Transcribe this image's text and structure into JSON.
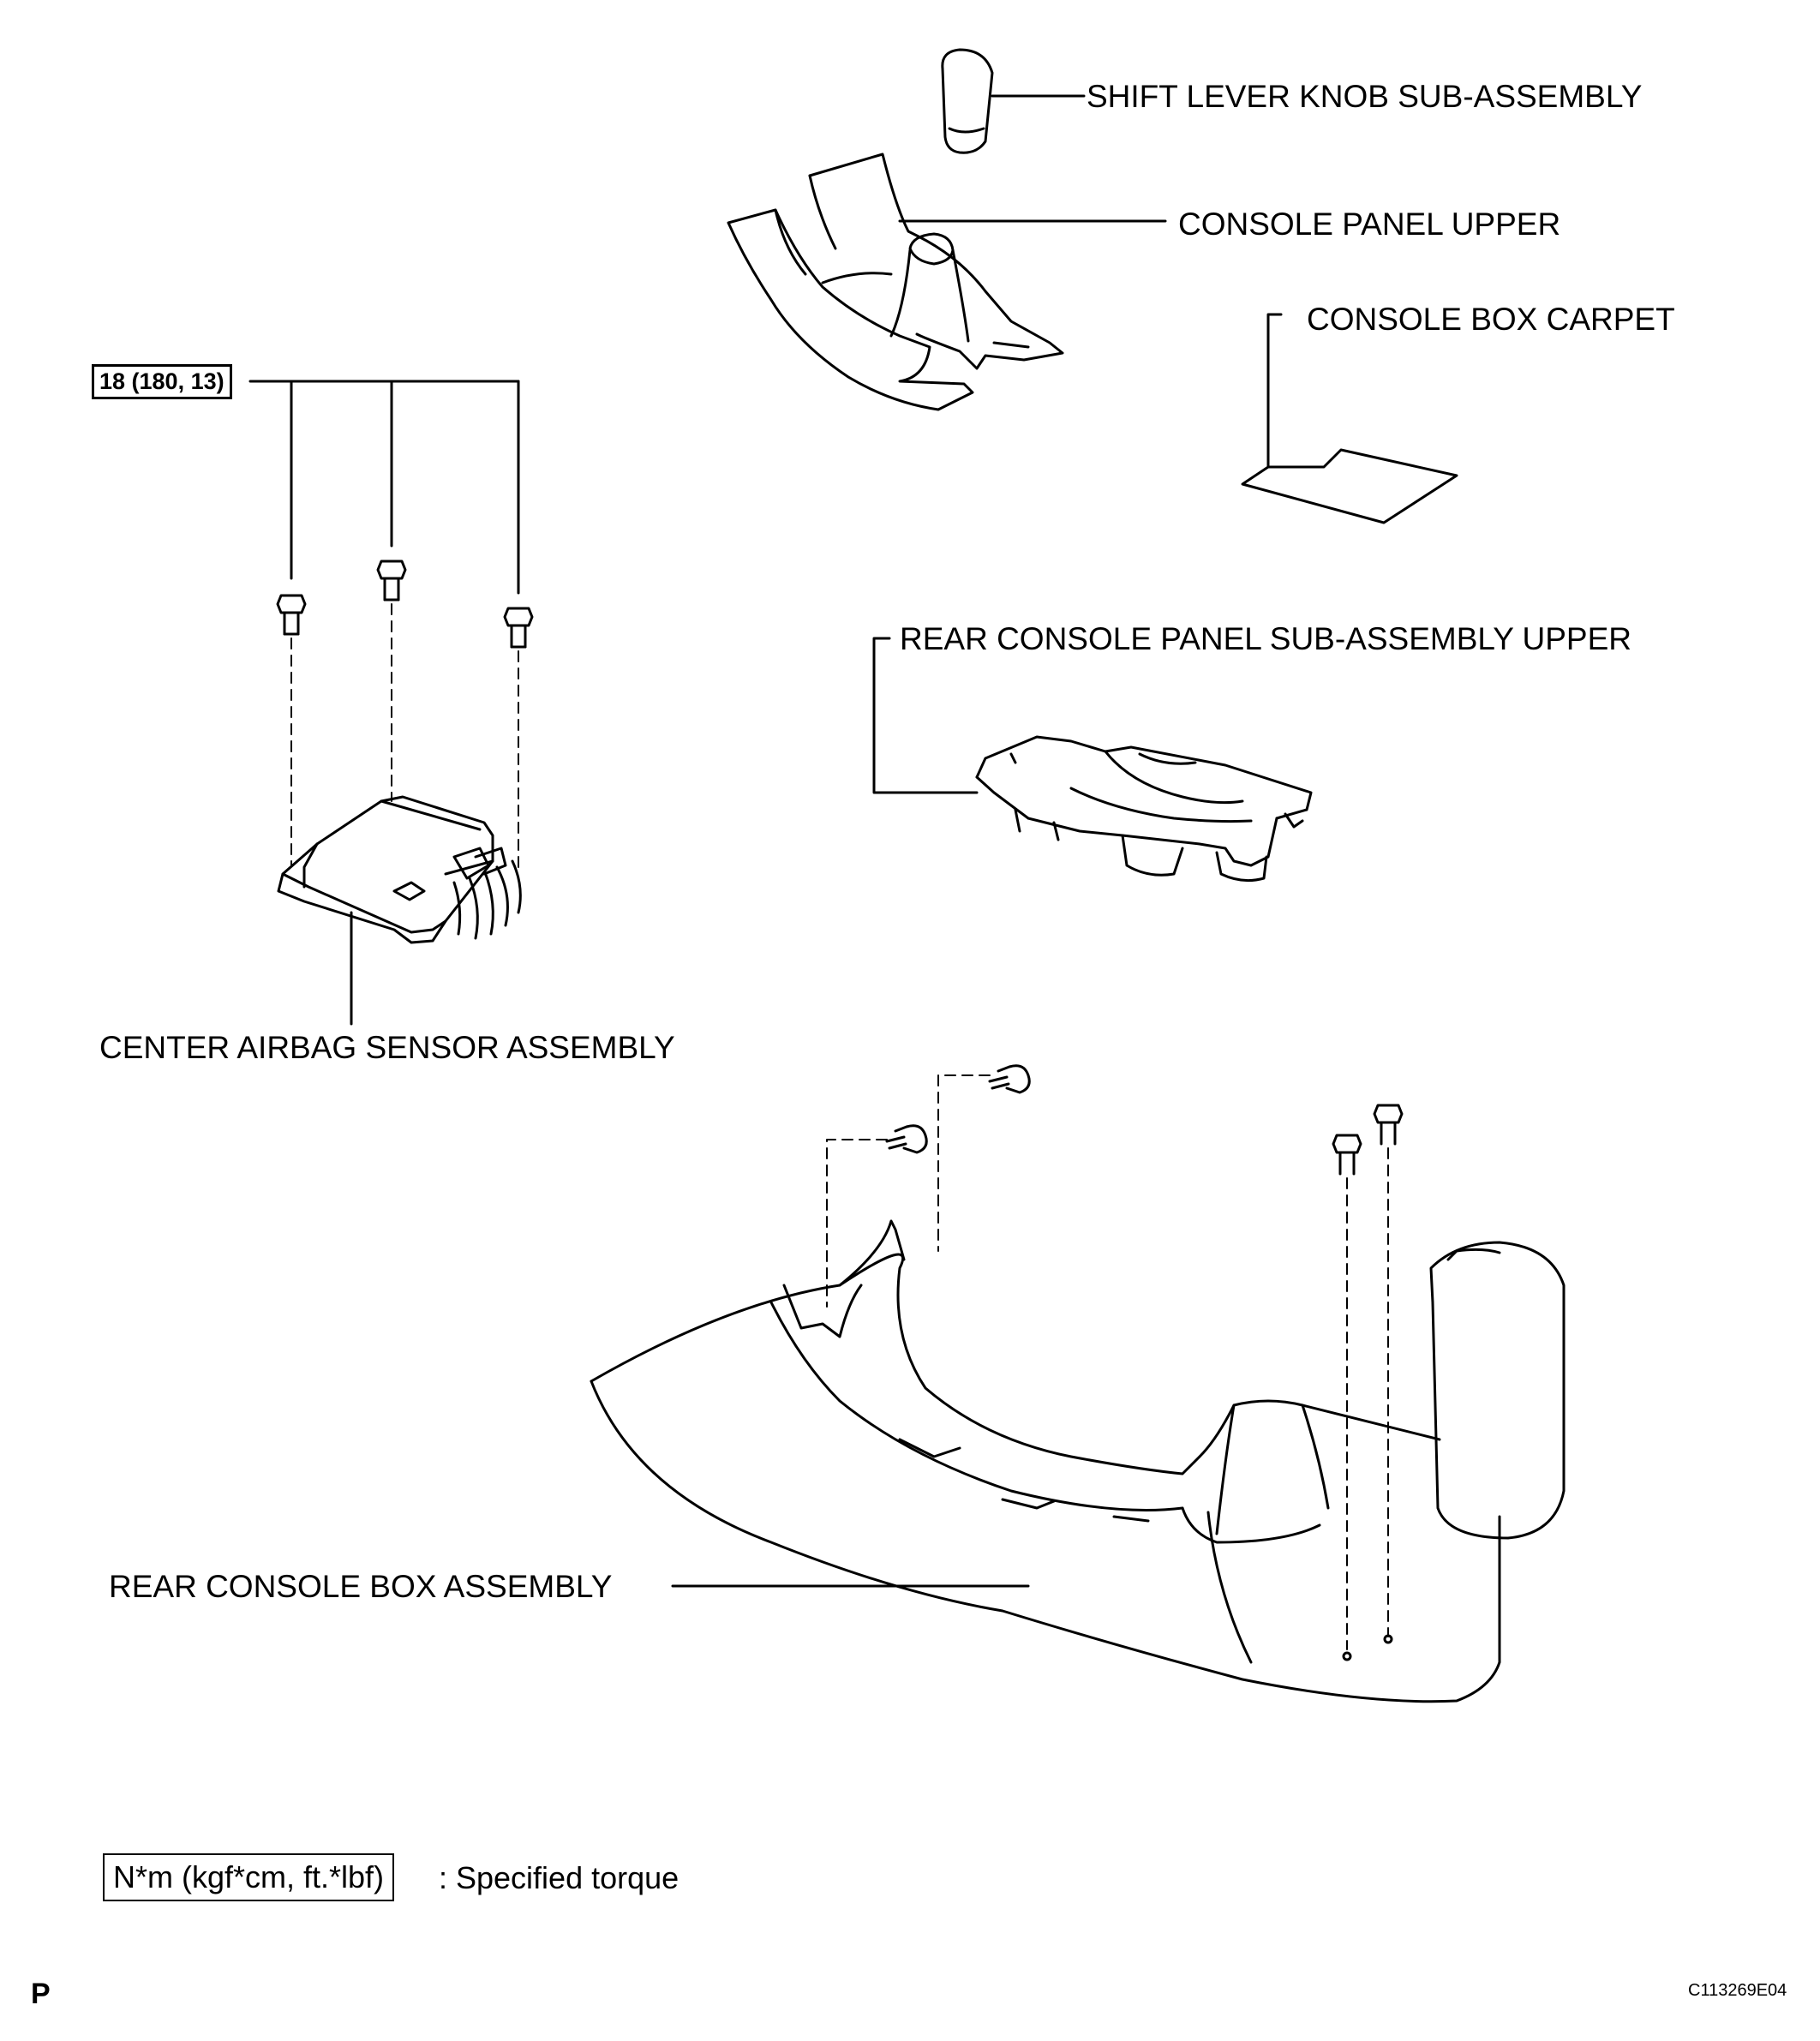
{
  "labels": {
    "shift_lever_knob": "SHIFT LEVER KNOB SUB-ASSEMBLY",
    "console_panel_upper": "CONSOLE PANEL UPPER",
    "console_box_carpet": "CONSOLE BOX CARPET",
    "rear_console_panel_upper": "REAR CONSOLE PANEL SUB-ASSEMBLY UPPER",
    "center_airbag_sensor": "CENTER AIRBAG SENSOR ASSEMBLY",
    "rear_console_box": "REAR CONSOLE BOX ASSEMBLY"
  },
  "torque": {
    "value": "18 (180, 13)"
  },
  "legend": {
    "unit_box": "N*m (kgf*cm, ft.*lbf)",
    "description": ": Specified torque"
  },
  "footer": {
    "page_letter": "P",
    "figure_code": "C113269E04"
  },
  "colors": {
    "line": "#000000",
    "background": "#ffffff"
  }
}
